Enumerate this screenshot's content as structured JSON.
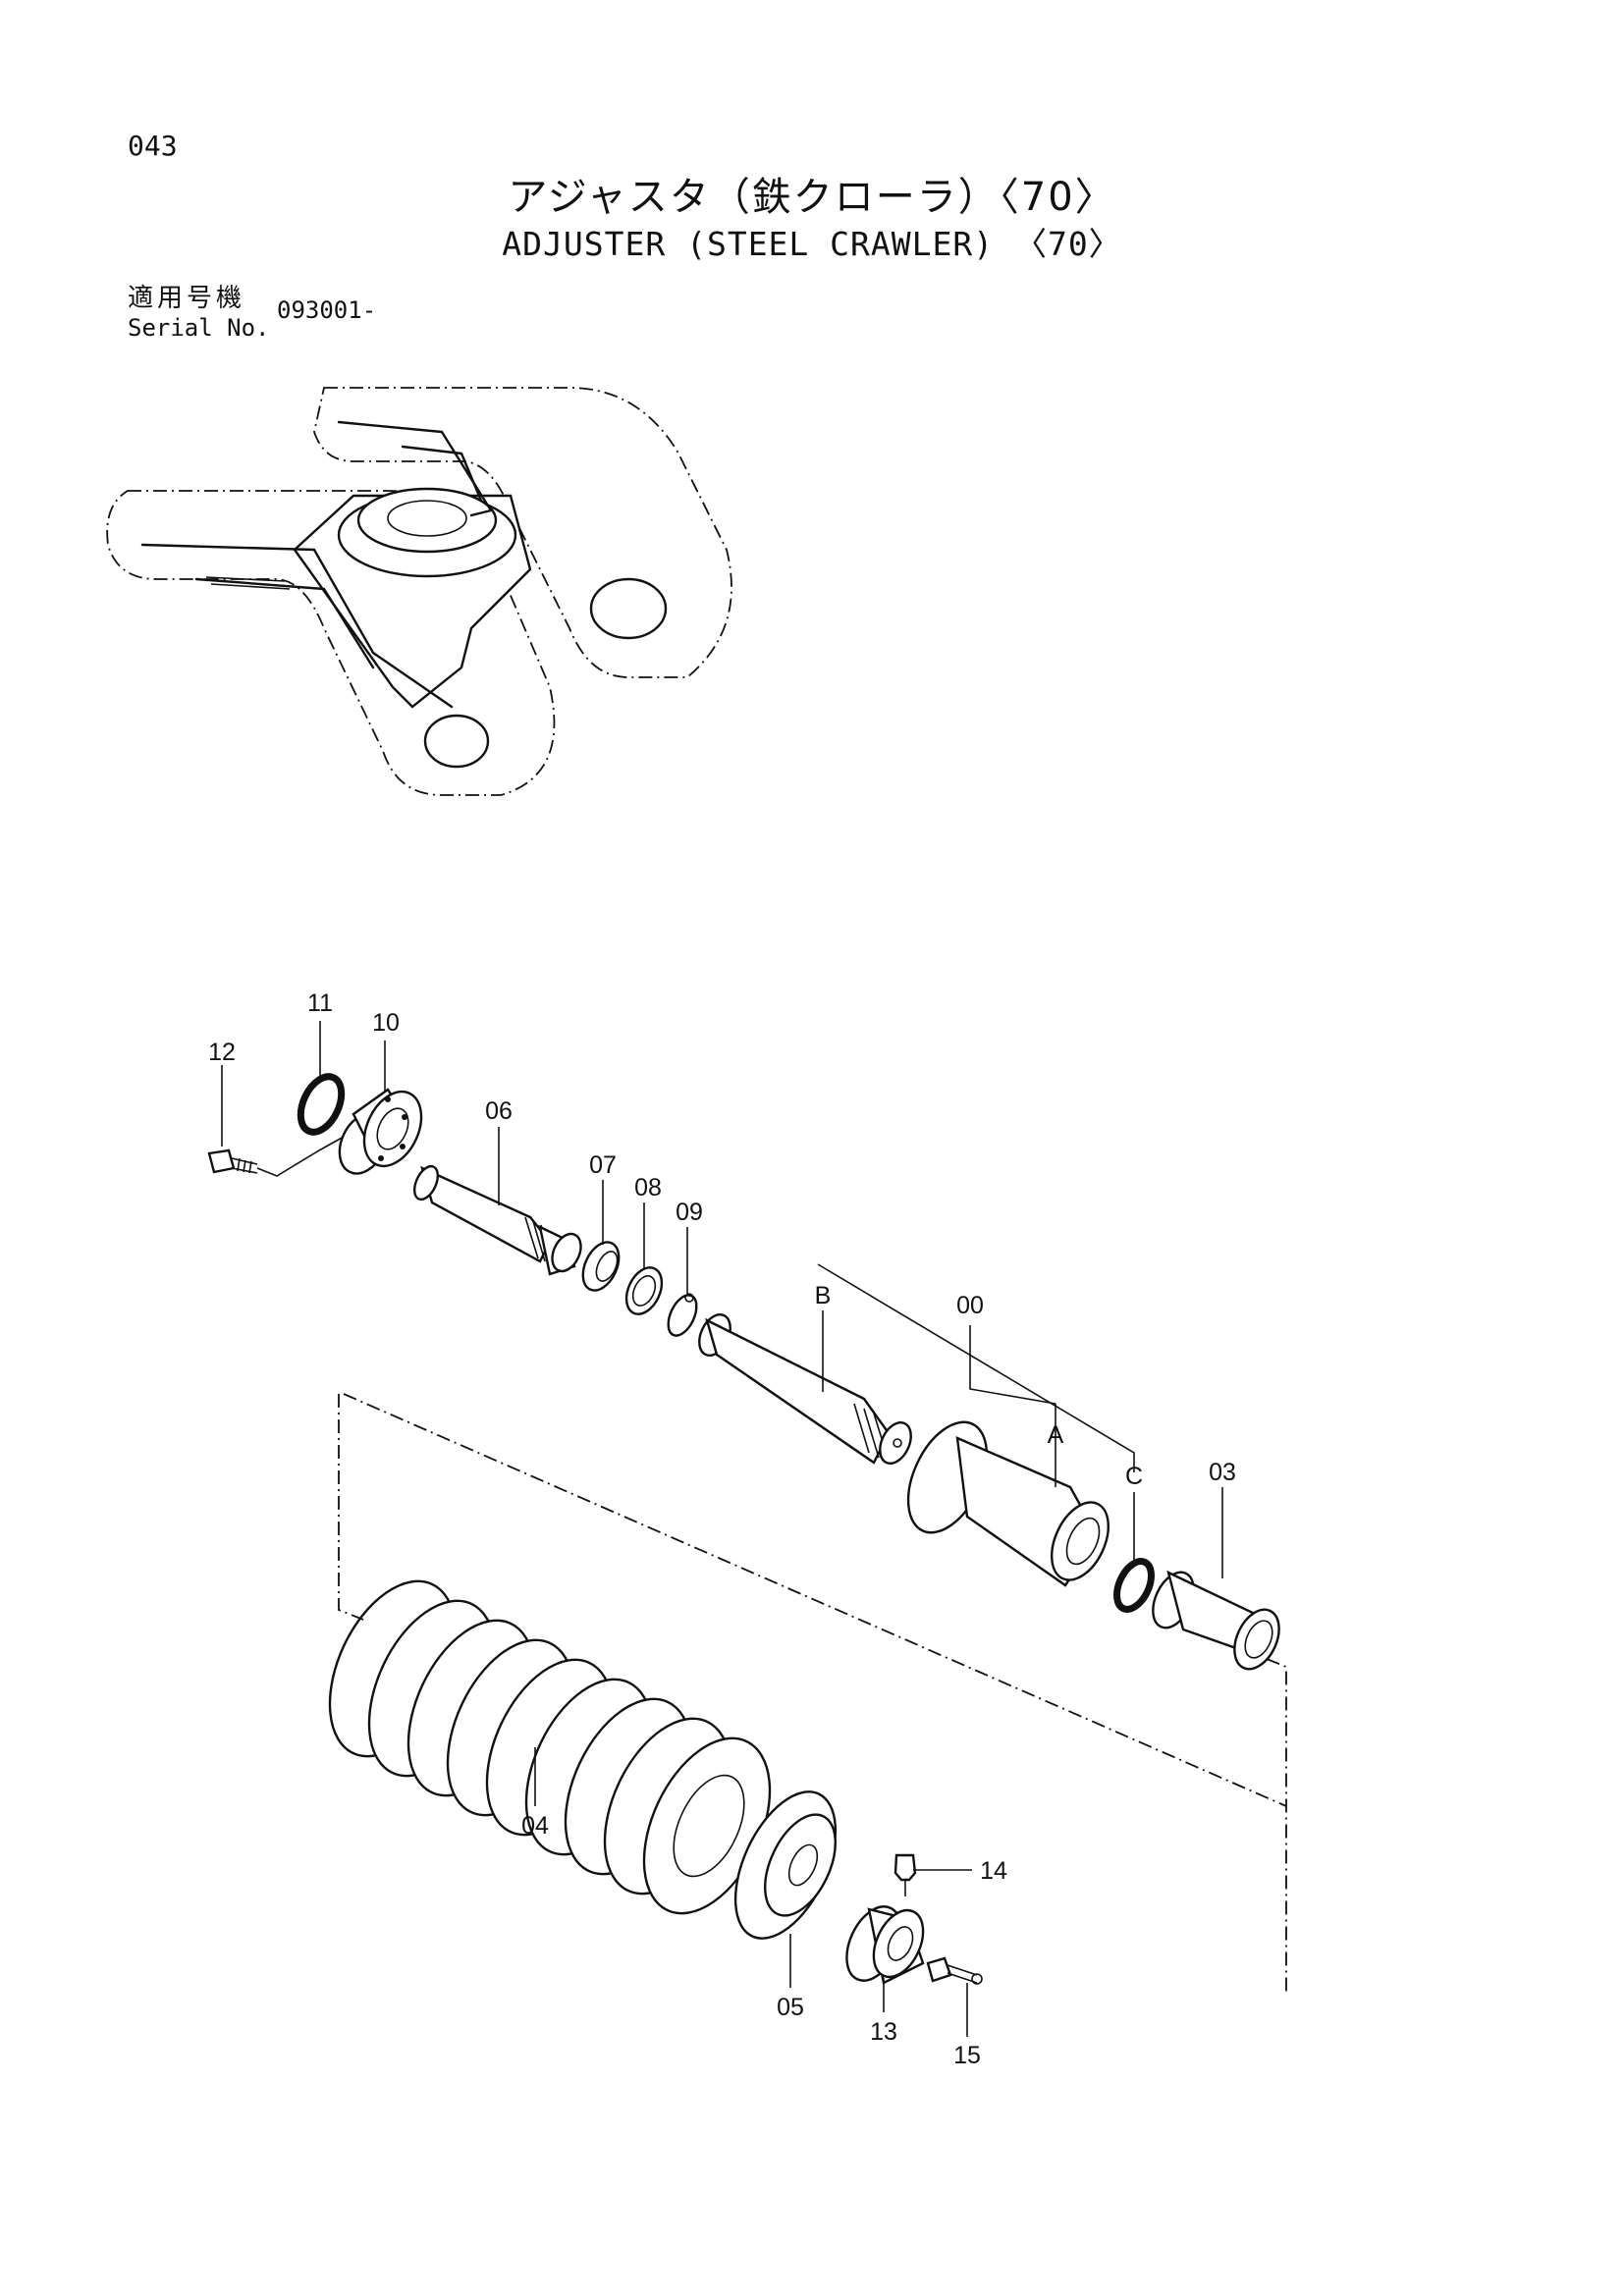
{
  "header": {
    "page_number": "043",
    "title_jp": "アジャスタ（鉄クローラ）〈70〉",
    "title_en": "ADJUSTER (STEEL CRAWLER) 〈70〉"
  },
  "serial": {
    "label_jp": "適用号機",
    "label_en": "Serial No.",
    "value": "093001-"
  },
  "callouts": {
    "p00": "00",
    "p03": "03",
    "p04": "04",
    "p05": "05",
    "p06": "06",
    "p07": "07",
    "p08": "08",
    "p09": "09",
    "p10": "10",
    "p11": "11",
    "p12": "12",
    "p13": "13",
    "p14": "14",
    "p15": "15",
    "a": "A",
    "b": "B",
    "c": "C"
  }
}
